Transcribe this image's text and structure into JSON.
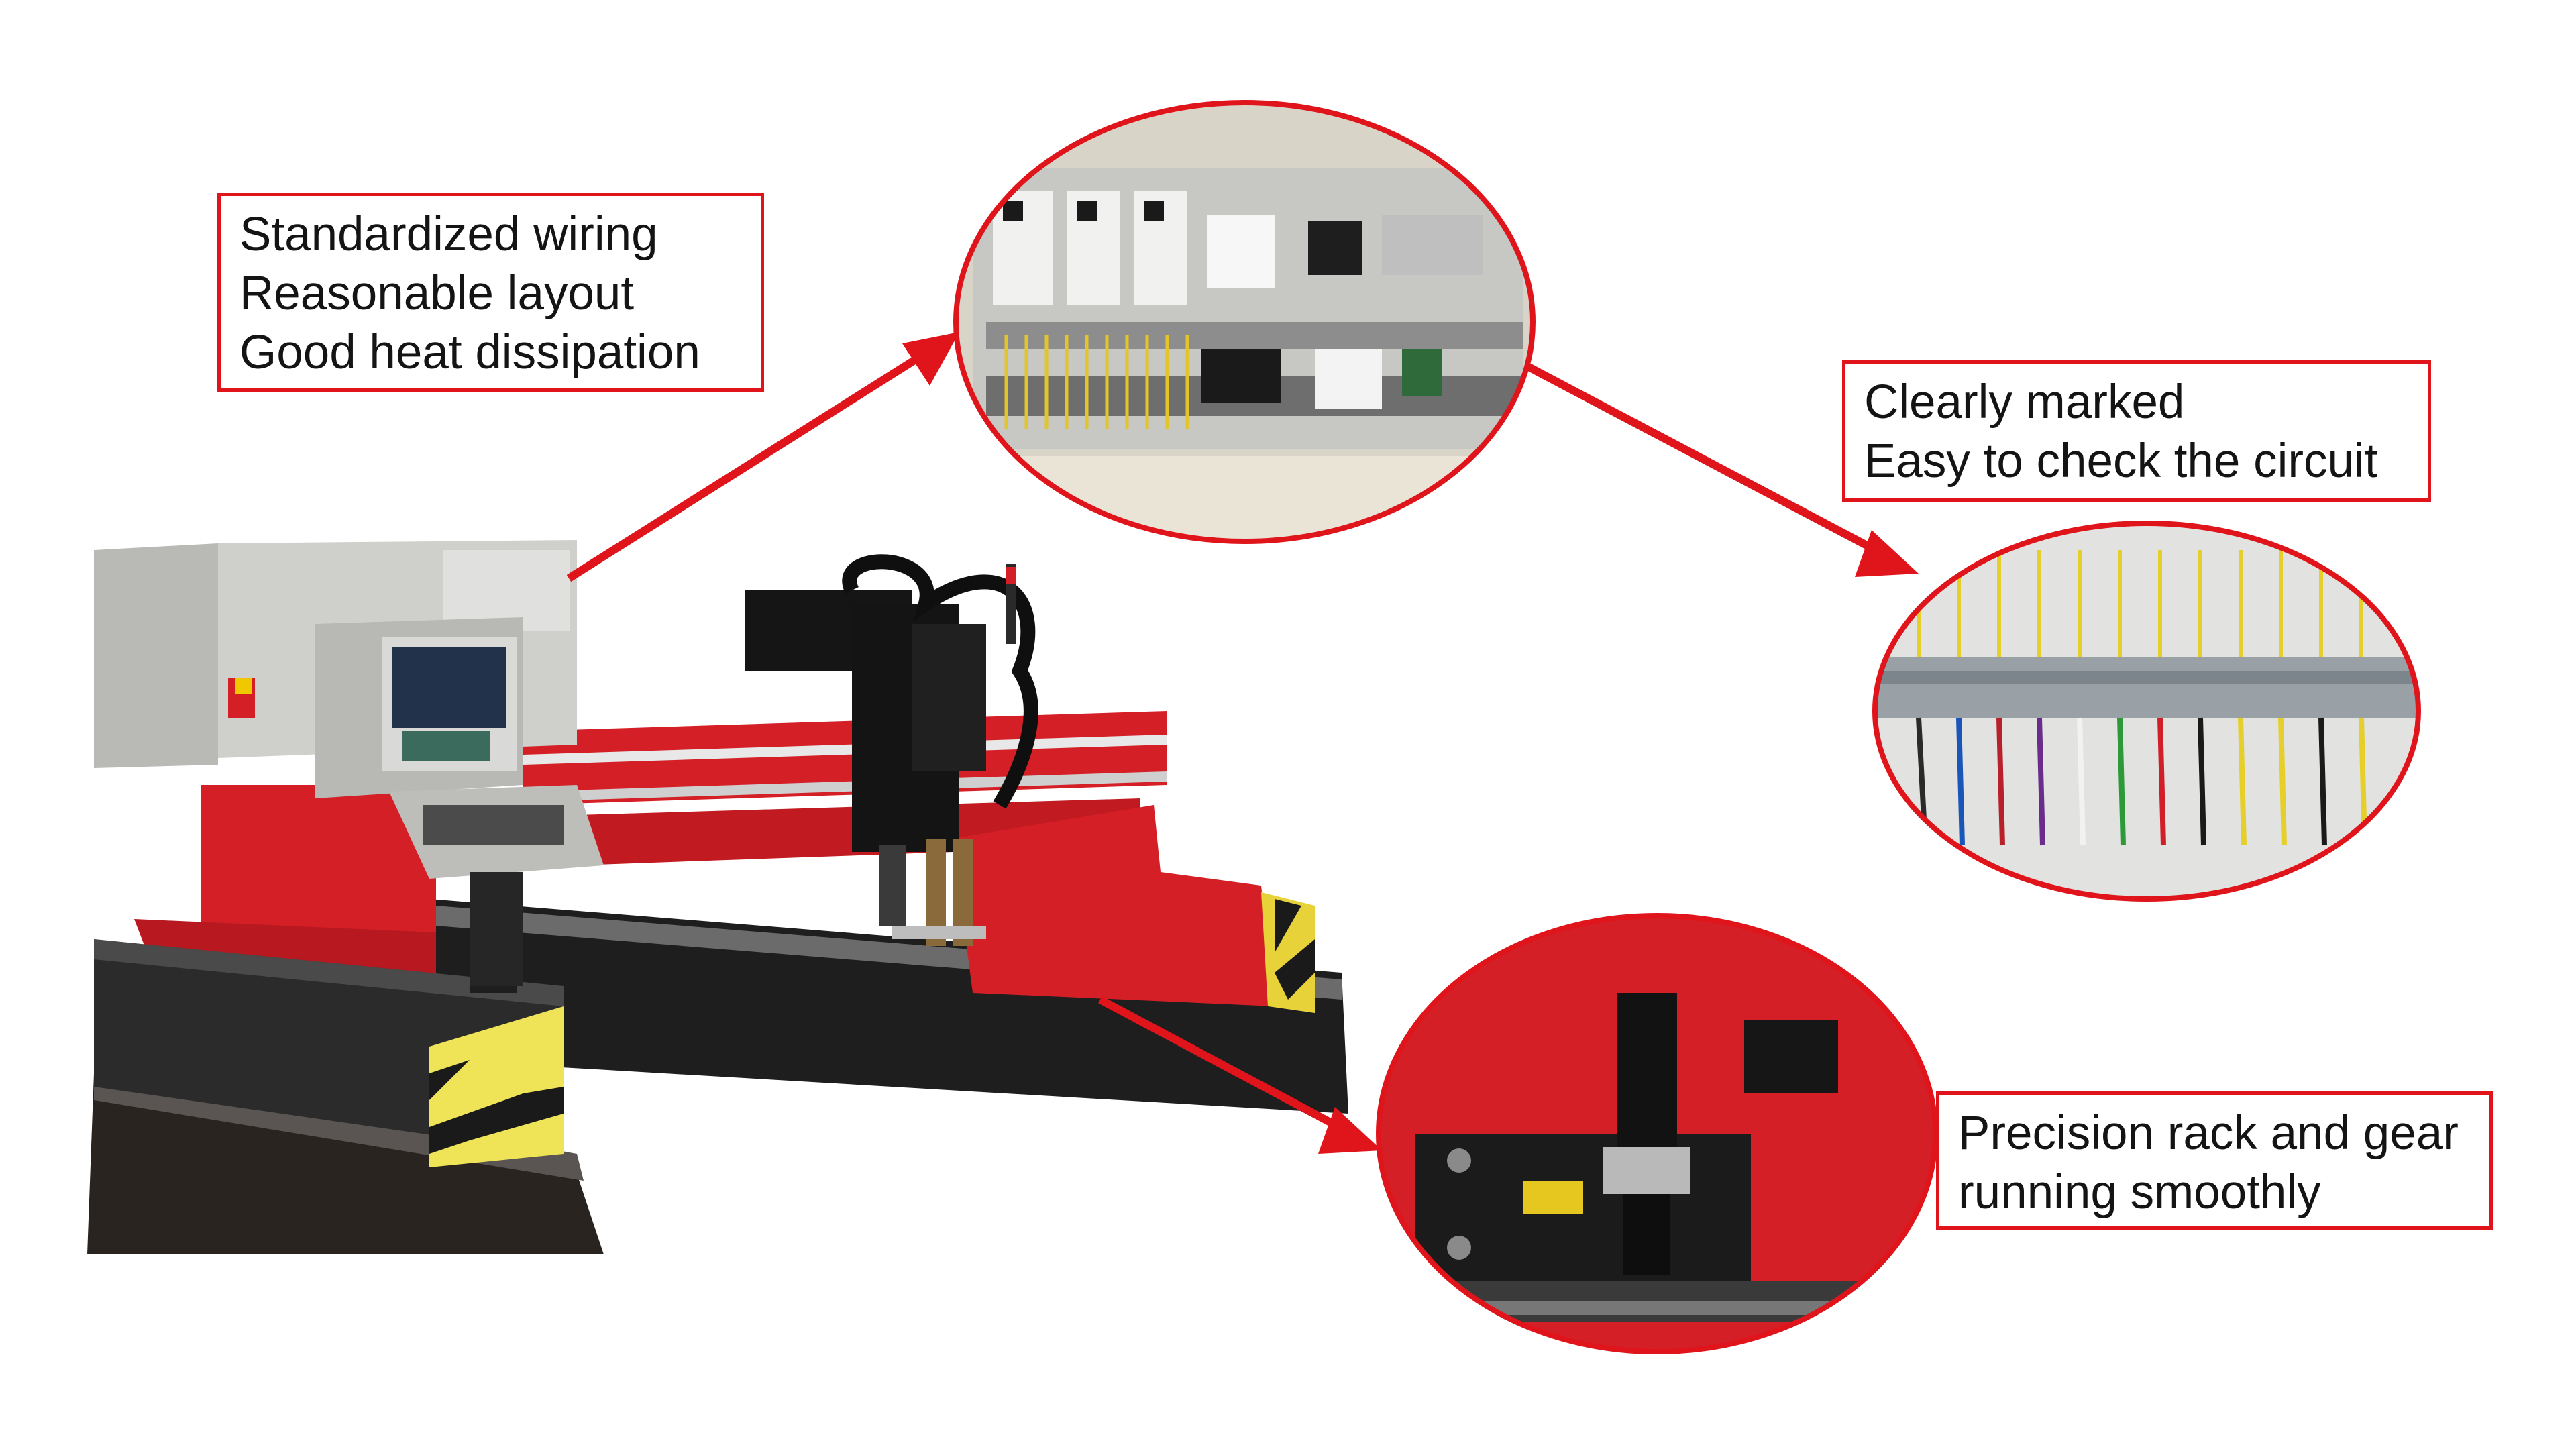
{
  "callouts": {
    "wiring": {
      "lines": [
        "Standardized wiring",
        "Reasonable layout",
        "Good heat dissipation"
      ]
    },
    "circuit": {
      "lines": [
        "Clearly marked",
        "Easy to check the circuit"
      ]
    },
    "rack": {
      "lines": [
        "Precision rack and gear",
        "running smoothly"
      ]
    }
  },
  "colors": {
    "accent_red": "#e0141b",
    "machine_red": "#d41f26",
    "panel_gray": "#c9c9c6",
    "background": "#ffffff"
  },
  "icons": [
    "machine-illustration",
    "control-cabinet-detail",
    "terminal-block-detail",
    "rack-gear-detail"
  ]
}
